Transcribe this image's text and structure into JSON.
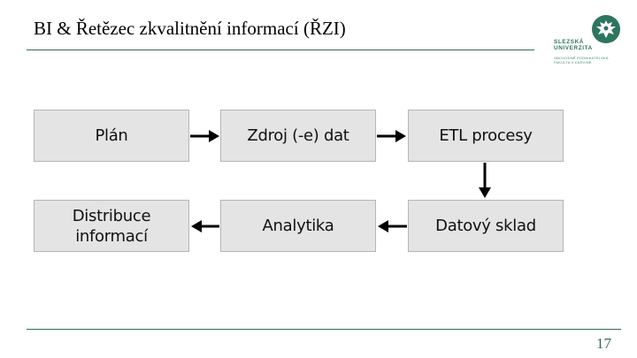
{
  "slide": {
    "title": "BI & Řetězec zkvalitnění informací (ŘZI)",
    "page_number": "17"
  },
  "logo": {
    "line1": "SLEZSKÁ",
    "line2": "UNIVERZITA",
    "line3": "OBCHODNĚ PODNIKATELSKÁ",
    "line4": "FAKULTA V KARVINÉ",
    "color": "#2e7560"
  },
  "diagram": {
    "nodes": {
      "plan": "Plán",
      "zdroj_dat": "Zdroj (-e) dat",
      "etl": "ETL procesy",
      "distribuce": "Distribuce\ninformací",
      "analytika": "Analytika",
      "datovy_sklad": "Datový sklad"
    },
    "box_fill": "#e4e4e4",
    "arrow_color": "#000000"
  }
}
